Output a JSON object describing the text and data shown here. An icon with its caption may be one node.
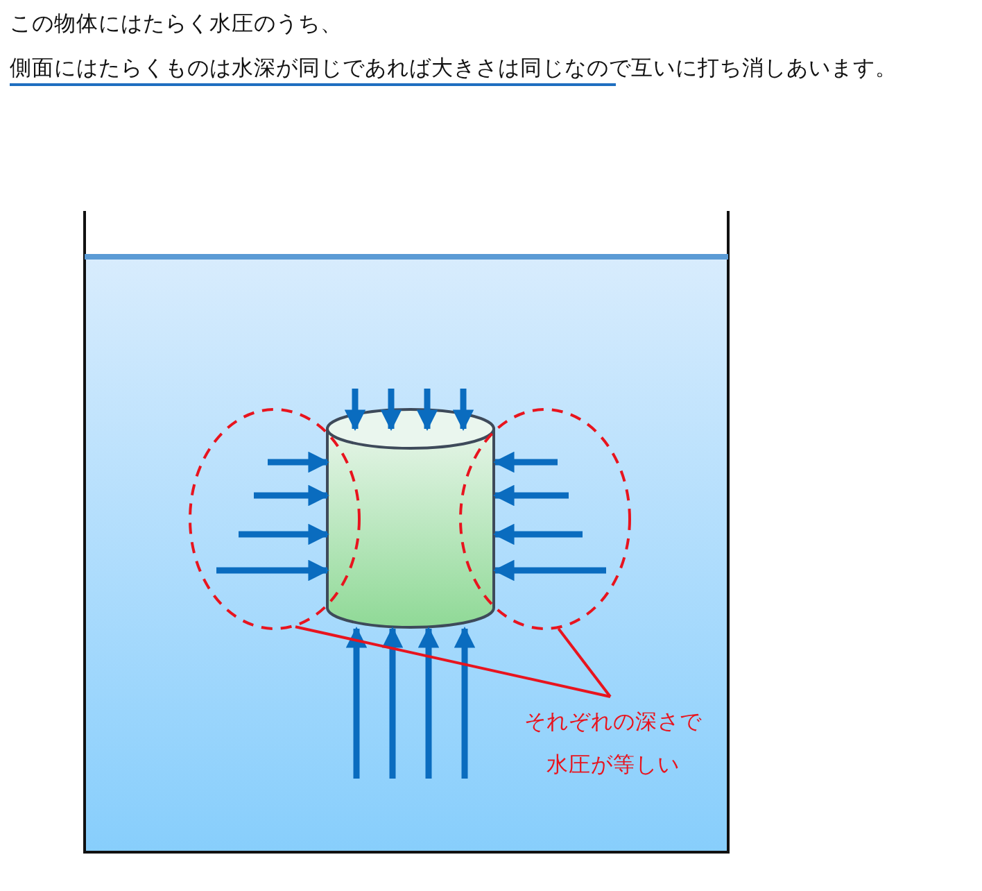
{
  "diagram": {
    "nodes": [
      {
        "text": [
          "それぞれの深さで水圧が等しい"
        ]
      },
      {
        "text": [],
        "shape": "circle"
      },
      {
        "text": [],
        "shape": "circle"
      }
    ],
    "edges": [
      {
        "from": 0,
        "to": 1,
        "arrow": "none"
      },
      {
        "from": 0,
        "to": 2,
        "arrow": "none"
      }
    ],
    "labels": [
      "この物体にはたらく水圧のうち、",
      "側面にはたらくものは水深が同じであれば大きさは同じなので互いに打ち消しあいます。"
    ]
  }
}
